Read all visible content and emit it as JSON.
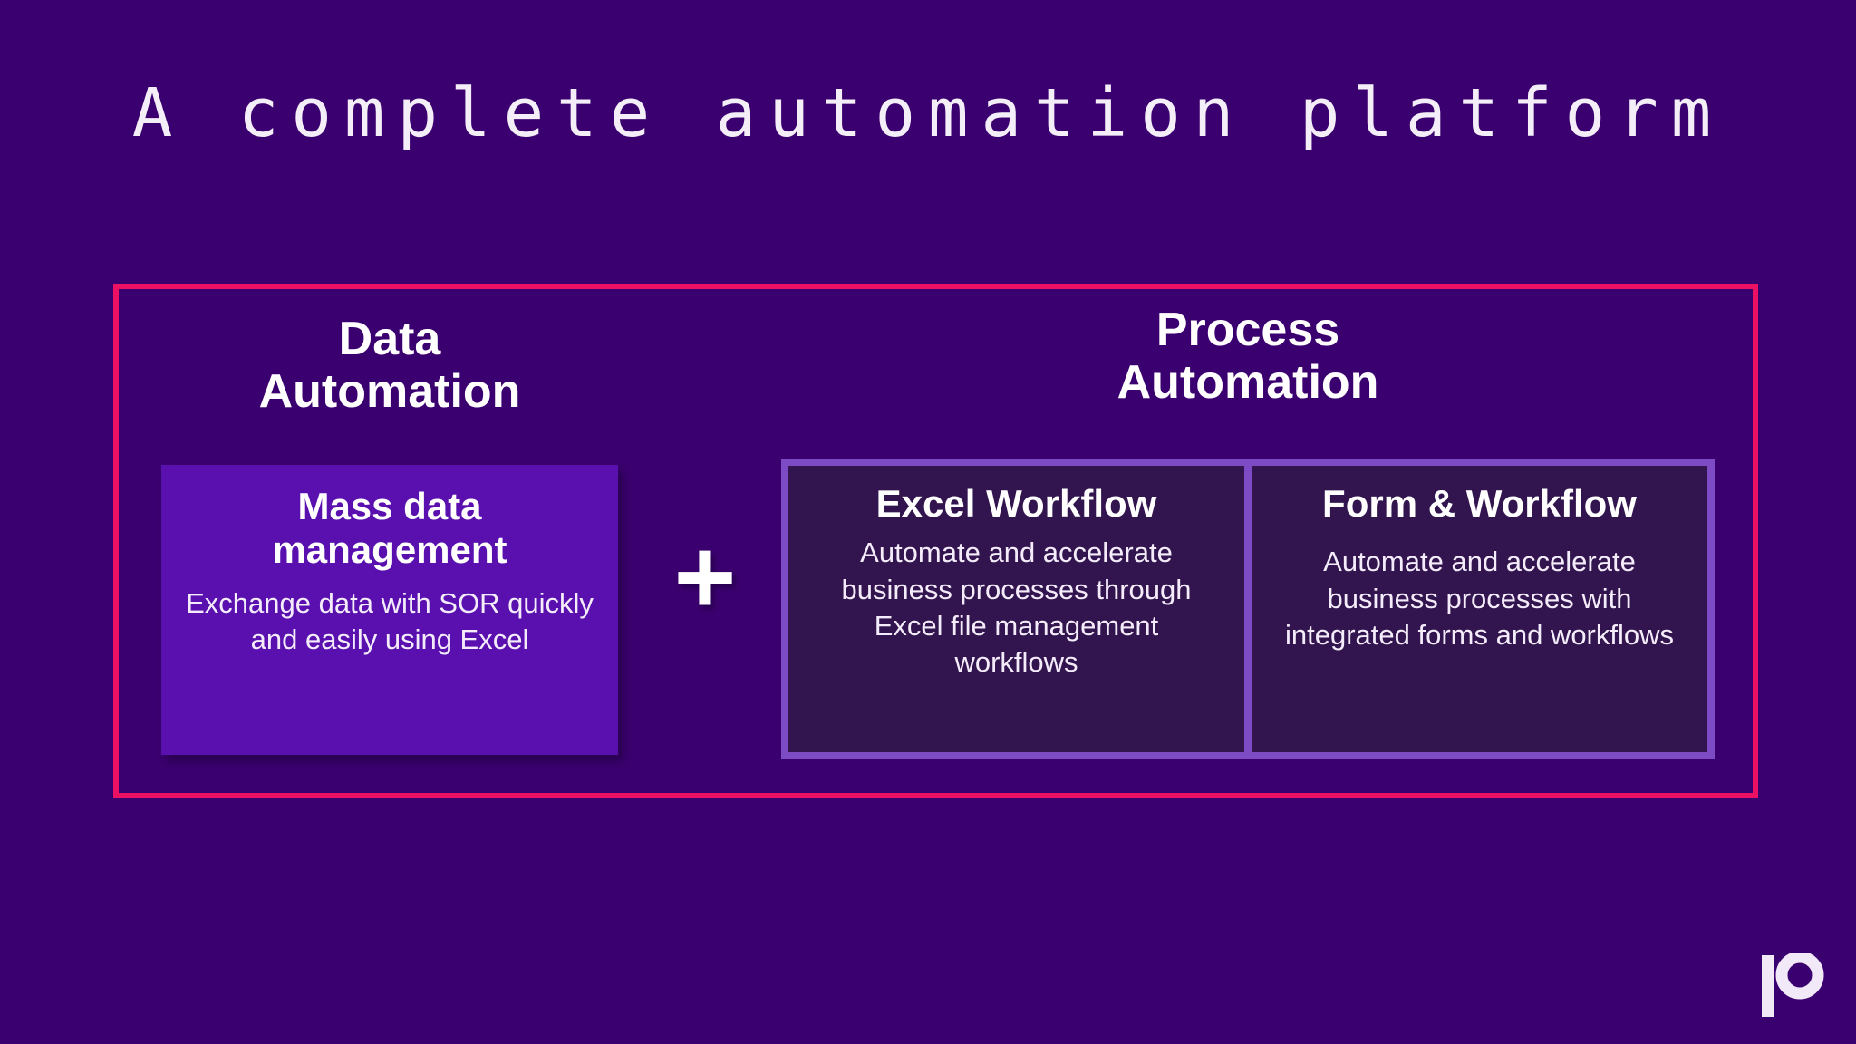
{
  "slide": {
    "title": "A complete automation platform",
    "background_color": "#3b006f",
    "frame_color": "#ed1164"
  },
  "columns": {
    "data": {
      "heading": "Data\nAutomation",
      "card": {
        "title": "Mass data management",
        "body": "Exchange data with SOR quickly and easily using Excel",
        "fill_color": "#5910ae"
      }
    },
    "operator": {
      "symbol": "+",
      "name": "plus-sign"
    },
    "process": {
      "heading": "Process\nAutomation",
      "border_color": "#7d4bc4",
      "cards": [
        {
          "title": "Excel Workflow",
          "body": "Automate and accelerate business processes through Excel file management workflows",
          "fill_color": "#32154e"
        },
        {
          "title": "Form & Workflow",
          "body": "Automate and accelerate business processes with integrated forms and workflows",
          "fill_color": "#32154e"
        }
      ]
    }
  },
  "logo": {
    "name": "brand-logo",
    "color": "#f2e9f8"
  }
}
